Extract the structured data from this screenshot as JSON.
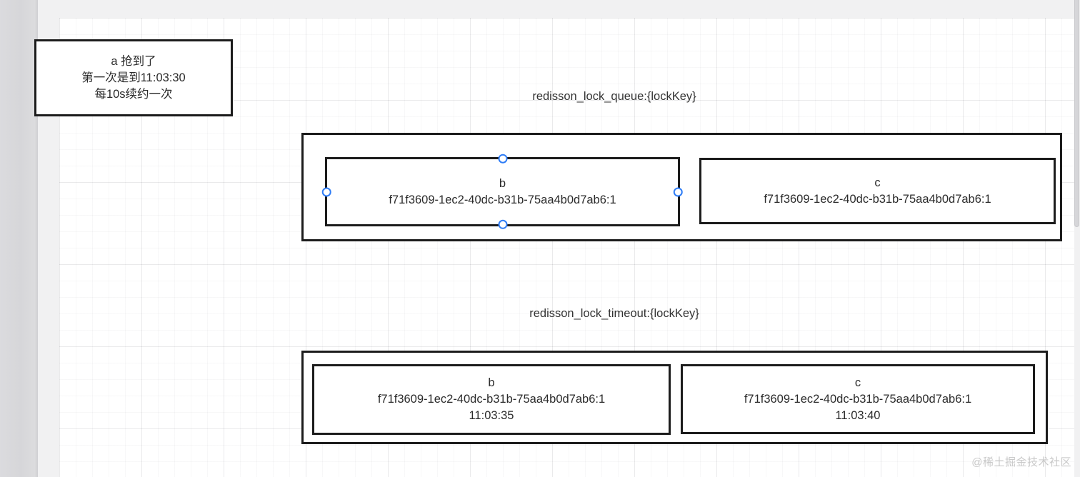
{
  "note": {
    "line1": "a 抢到了",
    "line2": "第一次是到11:03:30",
    "line3": "每10s续约一次"
  },
  "queue": {
    "label": "redisson_lock_queue:{lockKey}",
    "b": {
      "name": "b",
      "value": "f71f3609-1ec2-40dc-b31b-75aa4b0d7ab6:1"
    },
    "c": {
      "name": "c",
      "value": "f71f3609-1ec2-40dc-b31b-75aa4b0d7ab6:1"
    }
  },
  "timeout": {
    "label": "redisson_lock_timeout:{lockKey}",
    "b": {
      "name": "b",
      "value": "f71f3609-1ec2-40dc-b31b-75aa4b0d7ab6:1",
      "time": "11:03:35"
    },
    "c": {
      "name": "c",
      "value": "f71f3609-1ec2-40dc-b31b-75aa4b0d7ab6:1",
      "time": "11:03:40"
    }
  },
  "watermark": "@稀土掘金技术社区",
  "colors": {
    "shape_border": "#1c1c1c",
    "handle_blue": "#2f7df6",
    "text": "#2b2b2b",
    "grid_background": "#ffffff",
    "page_background": "#f1f1f2",
    "watermark": "#c9c9c9"
  }
}
